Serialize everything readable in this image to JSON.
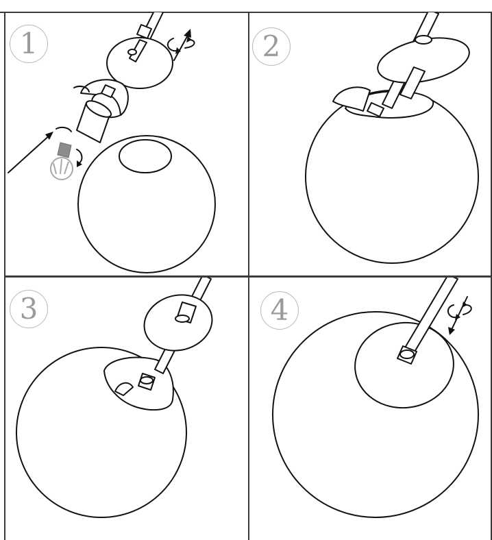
{
  "steps": [
    {
      "number": "1"
    },
    {
      "number": "2"
    },
    {
      "number": "3"
    },
    {
      "number": "4"
    }
  ],
  "colors": {
    "ink": "#111111",
    "step_number": "#9a9a9a",
    "grid_line": "#3a3a3a",
    "bulb": "#a8a8a8"
  },
  "icons": [
    "rotate-arrow-icon",
    "insert-arrow-icon",
    "light-bulb-icon"
  ]
}
